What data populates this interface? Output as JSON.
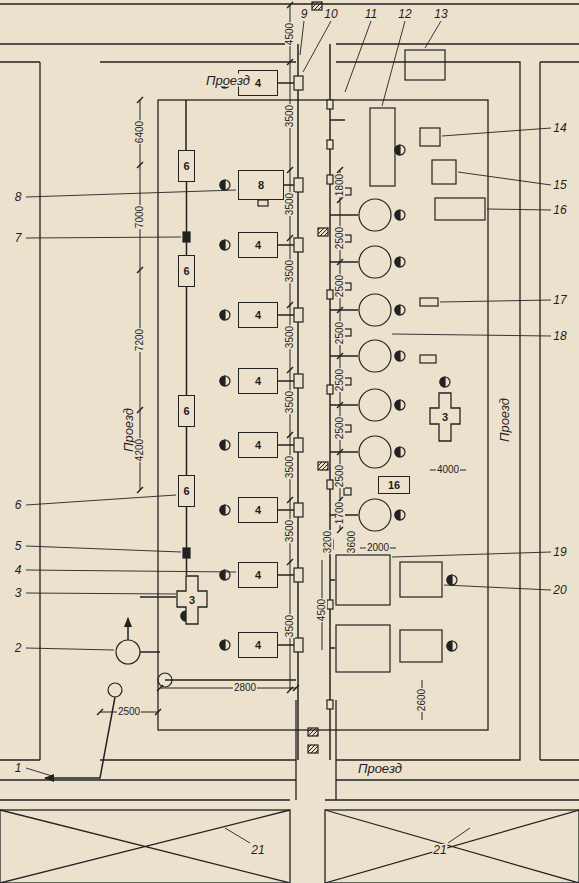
{
  "diagram": {
    "nodes": [
      {
        "text": [
          "4"
        ]
      },
      {
        "text": [
          "6"
        ]
      },
      {
        "text": [
          "8"
        ]
      },
      {
        "text": [
          "4"
        ]
      },
      {
        "text": [
          "6"
        ]
      },
      {
        "text": [
          "4"
        ]
      },
      {
        "text": [
          "4"
        ]
      },
      {
        "text": [
          "6"
        ]
      },
      {
        "text": [
          "3"
        ]
      },
      {
        "text": [
          "4"
        ]
      },
      {
        "text": [
          "16"
        ]
      },
      {
        "text": [
          "6"
        ]
      },
      {
        "text": [
          "4"
        ]
      },
      {
        "text": [
          "4"
        ]
      },
      {
        "text": [
          "3"
        ]
      },
      {
        "text": [
          "4"
        ]
      }
    ],
    "edges": [
      {
        "from": 1,
        "to": 4,
        "arrow": "none"
      },
      {
        "from": 4,
        "to": 7,
        "arrow": "none"
      },
      {
        "from": 7,
        "to": 11,
        "arrow": "none"
      },
      {
        "from": 11,
        "to": 14,
        "arrow": "none"
      }
    ],
    "labels": [
      "Проезд",
      "Проезд",
      "Проезд",
      "Проезд",
      "1",
      "2",
      "3",
      "4",
      "5",
      "6",
      "7",
      "8",
      "9",
      "10",
      "11",
      "12",
      "13",
      "14",
      "15",
      "16",
      "17",
      "18",
      "19",
      "20",
      "21",
      "21",
      "4500",
      "3500",
      "3500",
      "3500",
      "3500",
      "3500",
      "3500",
      "3500",
      "3500",
      "6400",
      "7000",
      "7200",
      "4200",
      "1800",
      "2500",
      "2500",
      "2500",
      "2500",
      "2500",
      "2500",
      "1700",
      "3200",
      "3600",
      "2000",
      "4000",
      "4500",
      "2600",
      "2800",
      "2500"
    ]
  }
}
